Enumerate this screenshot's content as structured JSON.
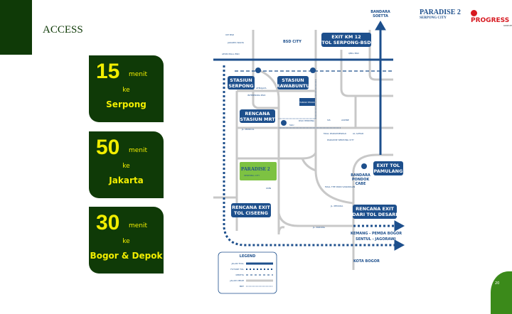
{
  "header": {
    "title": "ACCESS"
  },
  "cards": [
    {
      "value": "15",
      "unit": "menit",
      "connector": "ke",
      "destination": "Serpong"
    },
    {
      "value": "50",
      "unit": "menit",
      "connector": "ke",
      "destination": "Jakarta"
    },
    {
      "value": "30",
      "unit": "menit",
      "connector": "ke",
      "destination": "Bogor & Depok"
    }
  ],
  "logos": {
    "paradise": "PARADISE 2",
    "paradise_sub": "SERPONG CITY",
    "progress": "PROGRESS",
    "progress_sub": "GROUP"
  },
  "map": {
    "area": "BSD CITY",
    "callouts": {
      "exit_km12": [
        "EXIT KM 12",
        "TOL SERPONG-BSD"
      ],
      "stasiun_serpong": [
        "STASIUN",
        "SERPONG"
      ],
      "stasiun_rawabuntu": [
        "STASIUN",
        "RAWABUNTU"
      ],
      "rencana_mrt": [
        "RENCANA",
        "STASIUN MRT"
      ],
      "exit_pamulang": [
        "EXIT TOL",
        "PAMULANG"
      ],
      "exit_ciseeng": [
        "RENCANA EXIT",
        "TOL CISEENG"
      ],
      "exit_desari": [
        "RENCANA EXIT",
        "DARI TOL DESARI"
      ]
    },
    "places": {
      "bandara_soetta": [
        "BANDARA",
        "SOETTA"
      ],
      "bandara_pondok_cabe": [
        "BANDARA",
        "PONDOK",
        "CABE"
      ],
      "kemang": "KEMANG - PEMDA BOGOR",
      "sentul": "SENTUL - JAGORAWI",
      "kota_bogor": "KOTA BOGOR",
      "taman_tekno": "TAMAN TEKNO",
      "project": "PARADISE 2",
      "project_sub": "SERPONG CITY"
    },
    "pois": [
      "ICE BSD",
      "JAKARTA WALTA",
      "AEON MALL BSD",
      "QBIG BSD",
      "INTERMODA BSD",
      "ATMAJAYA",
      "SGU",
      "RSUI HERMINA",
      "SIS",
      "ASPINE",
      "MALL PARADISEWALK",
      "AL AZHAR",
      "MALL THE PARK SAWANGAN",
      "UMN",
      "PARADISE SERPONG CITY"
    ],
    "roads": {
      "toll": "JL. TOL SERPONG - BSD JAKARTA",
      "jl_muncul": "JL. MUNCUL",
      "jl_pemuda": "JL. PEMUDA",
      "jl_parung": "JL. PARUNG"
    }
  },
  "legend": {
    "title": "LEGEND",
    "items": [
      "JALAN TOLL",
      "FUTURE TOL",
      "KERETA",
      "JALAN UMUM",
      "MRT"
    ]
  },
  "colors": {
    "green": "#0f3a07",
    "yellow": "#f2ee00",
    "map_blue": "#1d4f8c",
    "road_grey": "#c8c8c8",
    "project_green": "#7dc242"
  },
  "page_number": "20"
}
